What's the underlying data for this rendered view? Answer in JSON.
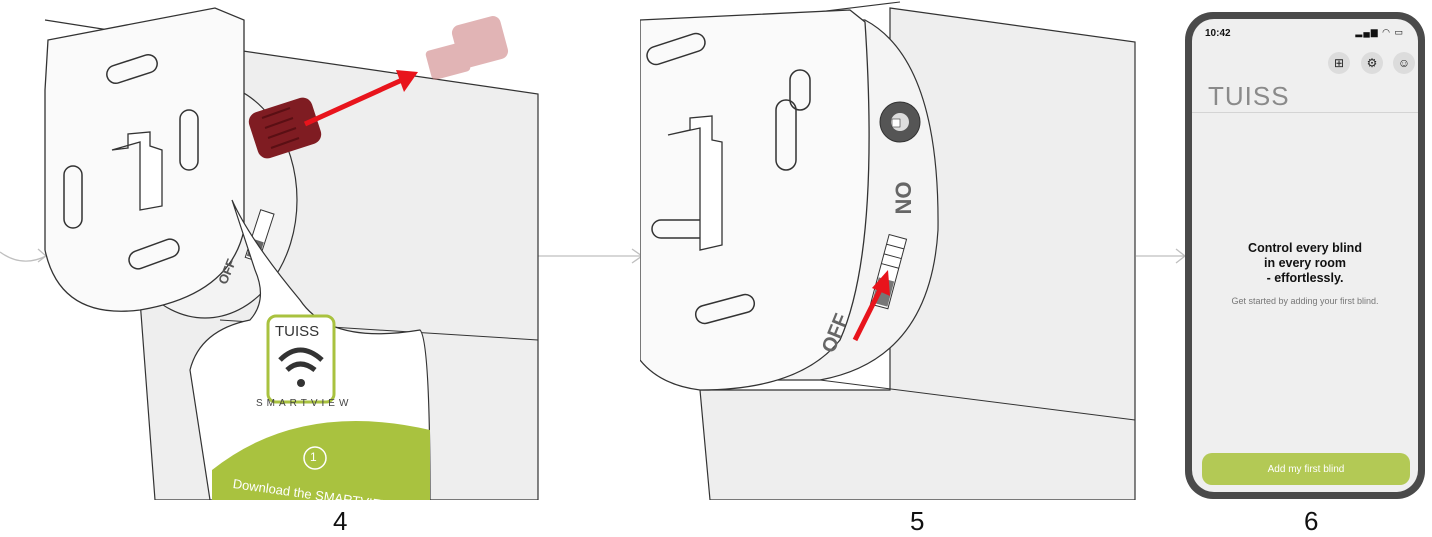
{
  "steps": [
    "4",
    "5",
    "6"
  ],
  "panel4": {
    "switch_label": "OFF",
    "tag": {
      "brand": "TUISS",
      "wordmark": "SMARTVIEW",
      "step_badge": "1",
      "instruction": "Download the SMARTVIEW"
    }
  },
  "panel5": {
    "on_label": "ON",
    "off_label": "OFF"
  },
  "phone": {
    "status_time": "10:42",
    "brand": "TUISS",
    "headline": "Control every blind\nin every room\n- effortlessly.",
    "subtext": "Get started by adding your first blind.",
    "cta_label": "Add my first blind"
  },
  "colors": {
    "accent_green": "#b3c955",
    "arrow_red": "#e8141c",
    "knob_red": "#8b1a1f"
  }
}
